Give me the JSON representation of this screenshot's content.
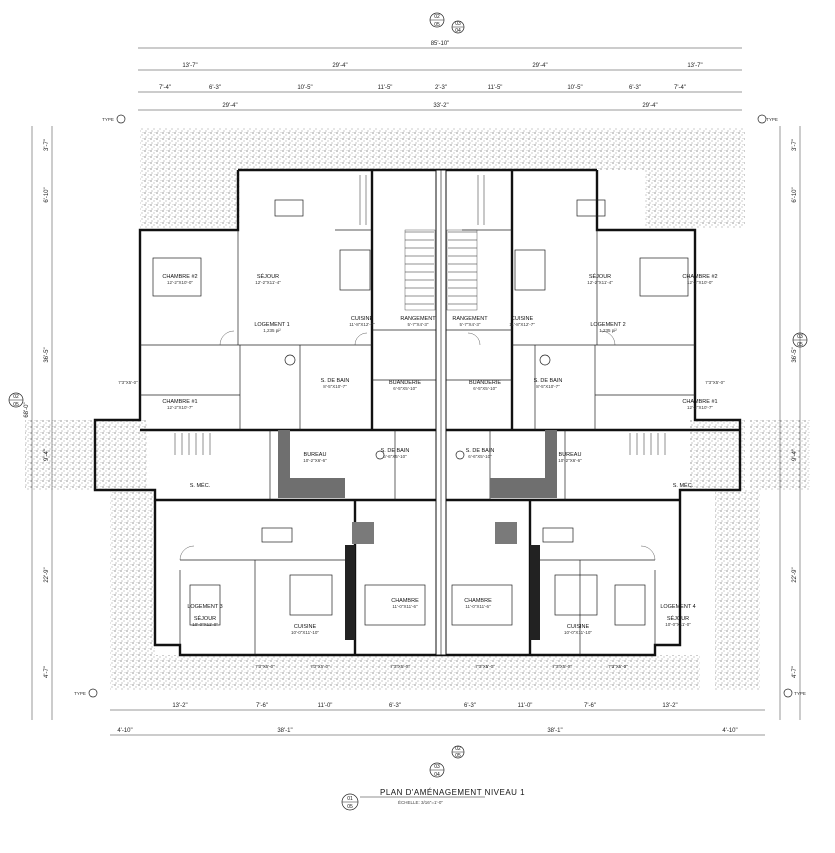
{
  "drawing": {
    "title": "PLAN D'AMÉNAGEMENT NIVEAU 1",
    "scale": "ÉCHELLE: 3/16\"=1'-0\"",
    "caption_bubble": {
      "top": "01",
      "bottom": "05"
    }
  },
  "bubbles": {
    "top": {
      "a": "02",
      "b": "05",
      "c": "03",
      "d": "04"
    },
    "bottom": {
      "a": "02",
      "b": "05",
      "c": "03",
      "d": "04"
    },
    "left": {
      "a": "02",
      "b": "05"
    },
    "right": {
      "a": "03",
      "b": "05"
    }
  },
  "overall_dims": {
    "top_total": "85'-10\"",
    "top_row1": [
      "13'-7\"",
      "29'-4\"",
      "29'-4\"",
      "13'-7\""
    ],
    "top_row2": [
      "7'-4\"",
      "6'-3\"",
      "10'-5\"",
      "11'-5\"",
      "2'-3\"",
      "11'-5\"",
      "10'-5\"",
      "6'-3\"",
      "7'-4\""
    ],
    "top_row3": [
      "29'-4\"",
      "33'-2\"",
      "29'-4\""
    ],
    "left_total": "68'-0\"",
    "left_side": [
      "3'-7\"",
      "6'-10\"",
      "36'-5\"",
      "9'-4\"",
      "22'-9\"",
      "4'-7\""
    ],
    "right_side": [
      "3'-7\"",
      "6'-10\"",
      "36'-5\"",
      "9'-4\"",
      "22'-9\"",
      "4'-7\""
    ],
    "bottom_row1": [
      "13'-2\"",
      "7'-6\"",
      "11'-0\"",
      "6'-3\"",
      "6'-3\"",
      "11'-0\"",
      "7'-6\"",
      "13'-2\""
    ],
    "bottom_row2": [
      "4'-10\"",
      "38'-1\"",
      "38'-1\"",
      "4'-10\""
    ]
  },
  "rooms": {
    "sejour_left": {
      "name": "SÉJOUR",
      "size": "12'-2\"X11'-4\""
    },
    "sejour_right": {
      "name": "SÉJOUR",
      "size": "12'-2\"X11'-4\""
    },
    "chambre2_left": {
      "name": "CHAMBRE #2",
      "size": "12'-2\"X10'-0\""
    },
    "chambre2_right": {
      "name": "CHAMBRE #2",
      "size": "12'-2\"X10'-0\""
    },
    "chambre1_left": {
      "name": "CHAMBRE #1",
      "size": "12'-2\"X10'-7\""
    },
    "chambre1_right": {
      "name": "CHAMBRE #1",
      "size": "12'-2\"X10'-7\""
    },
    "cuisine_left": {
      "name": "CUISINE",
      "size": "11'-8\"X12'-7\""
    },
    "cuisine_right": {
      "name": "CUISINE",
      "size": "11'-8\"X12'-7\""
    },
    "rangement_left": {
      "name": "RANGEMENT",
      "size": "5'-7\"X4'-3\""
    },
    "rangement_right": {
      "name": "RANGEMENT",
      "size": "5'-7\"X4'-3\""
    },
    "logement1": {
      "name": "LOGEMENT 1",
      "size": "1,235 pi²"
    },
    "logement2": {
      "name": "LOGEMENT 2",
      "size": "1,235 pi²"
    },
    "sdb_left": {
      "name": "S. DE BAIN",
      "size": "8'-5\"X10'-7\""
    },
    "sdb_right": {
      "name": "S. DE BAIN",
      "size": "8'-5\"X10'-7\""
    },
    "buanderie_left": {
      "name": "BUANDERIE",
      "size": "6'-5\"X5'-10\""
    },
    "buanderie_right": {
      "name": "BUANDERIE",
      "size": "6'-5\"X5'-10\""
    },
    "bureau_left": {
      "name": "BUREAU",
      "size": "10'-2\"X6'-6\""
    },
    "bureau_right": {
      "name": "BUREAU",
      "size": "10'-2\"X6'-6\""
    },
    "sdb2_left": {
      "name": "S. DE BAIN",
      "size": "6'-6\"X5'-10\""
    },
    "sdb2_right": {
      "name": "S. DE BAIN",
      "size": "6'-6\"X5'-10\""
    },
    "smec_left": {
      "name": "S. MÉC.",
      "size": ""
    },
    "smec_right": {
      "name": "S. MÉC.",
      "size": ""
    },
    "chambre_bl": {
      "name": "CHAMBRE",
      "size": "11'-0\"X11'-6\""
    },
    "chambre_br": {
      "name": "CHAMBRE",
      "size": "11'-0\"X11'-6\""
    },
    "cuisine_bl": {
      "name": "CUISINE",
      "size": "10'-0\"X11'-10\""
    },
    "cuisine_br": {
      "name": "CUISINE",
      "size": "10'-0\"X11'-10\""
    },
    "logement3": {
      "name": "LOGEMENT 3",
      "size": ""
    },
    "logement4": {
      "name": "LOGEMENT 4",
      "size": ""
    },
    "sejour_bl": {
      "name": "SÉJOUR",
      "size": "10'-0\"X11'-0\""
    },
    "sejour_br": {
      "name": "SÉJOUR",
      "size": "10'-0\"X11'-0\""
    }
  },
  "elevation_marks": {
    "top_left": "TYPE",
    "top_right": "TYPE",
    "bottom_left": "TYPE",
    "bottom_right": "TYPE",
    "window_tags": [
      "7'3\"X5'-0\"",
      "7'3\"X5'-0\"",
      "7'3\"X5'-0\"",
      "7'3\"X5'-0\"",
      "7'3\"X5'-0\"",
      "7'3\"X5'-0\"",
      "7'3\"X5'-0\"",
      "7'3\"X5'-0\""
    ]
  },
  "colors": {
    "line": "#111111",
    "hatch": "#8a8a8a",
    "fill_dark": "#6f6f6f"
  }
}
